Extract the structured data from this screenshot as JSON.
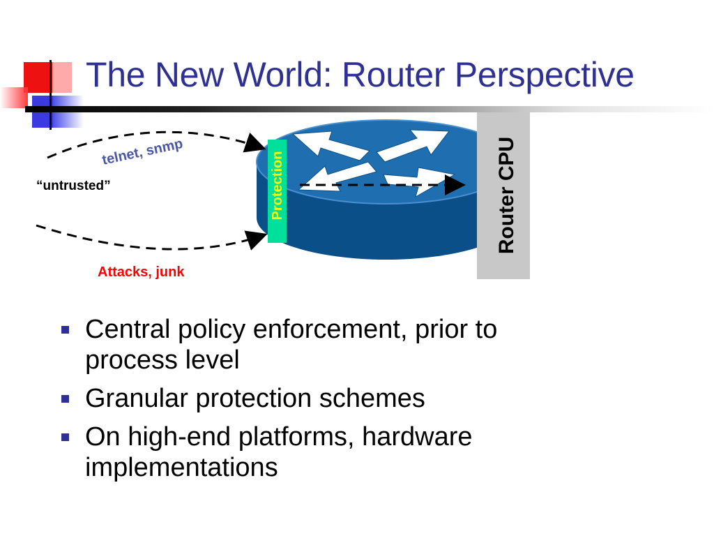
{
  "slide": {
    "title": "The New World: Router Perspective"
  },
  "diagram": {
    "labels": {
      "telnet": "telnet, snmp",
      "untrusted": "“untrusted”",
      "attacks": "Attacks, junk",
      "protection": "Protection",
      "router_cpu": "Router CPU"
    },
    "colors": {
      "router_top": "#1f6fb0",
      "router_side": "#0b4f88",
      "protection_bar": "#00e09a",
      "protection_text": "#ffff00",
      "cpu_box": "#c8c8c8",
      "telnet_text": "#4a56a6",
      "attacks_text": "#ff0000",
      "title": "#2e3192"
    }
  },
  "bullets": [
    {
      "line1": "Central policy enforcement, prior to",
      "line2": "process level"
    },
    {
      "line1": "Granular protection schemes",
      "line2": ""
    },
    {
      "line1": "On high-end platforms, hardware",
      "line2": "implementations"
    }
  ]
}
